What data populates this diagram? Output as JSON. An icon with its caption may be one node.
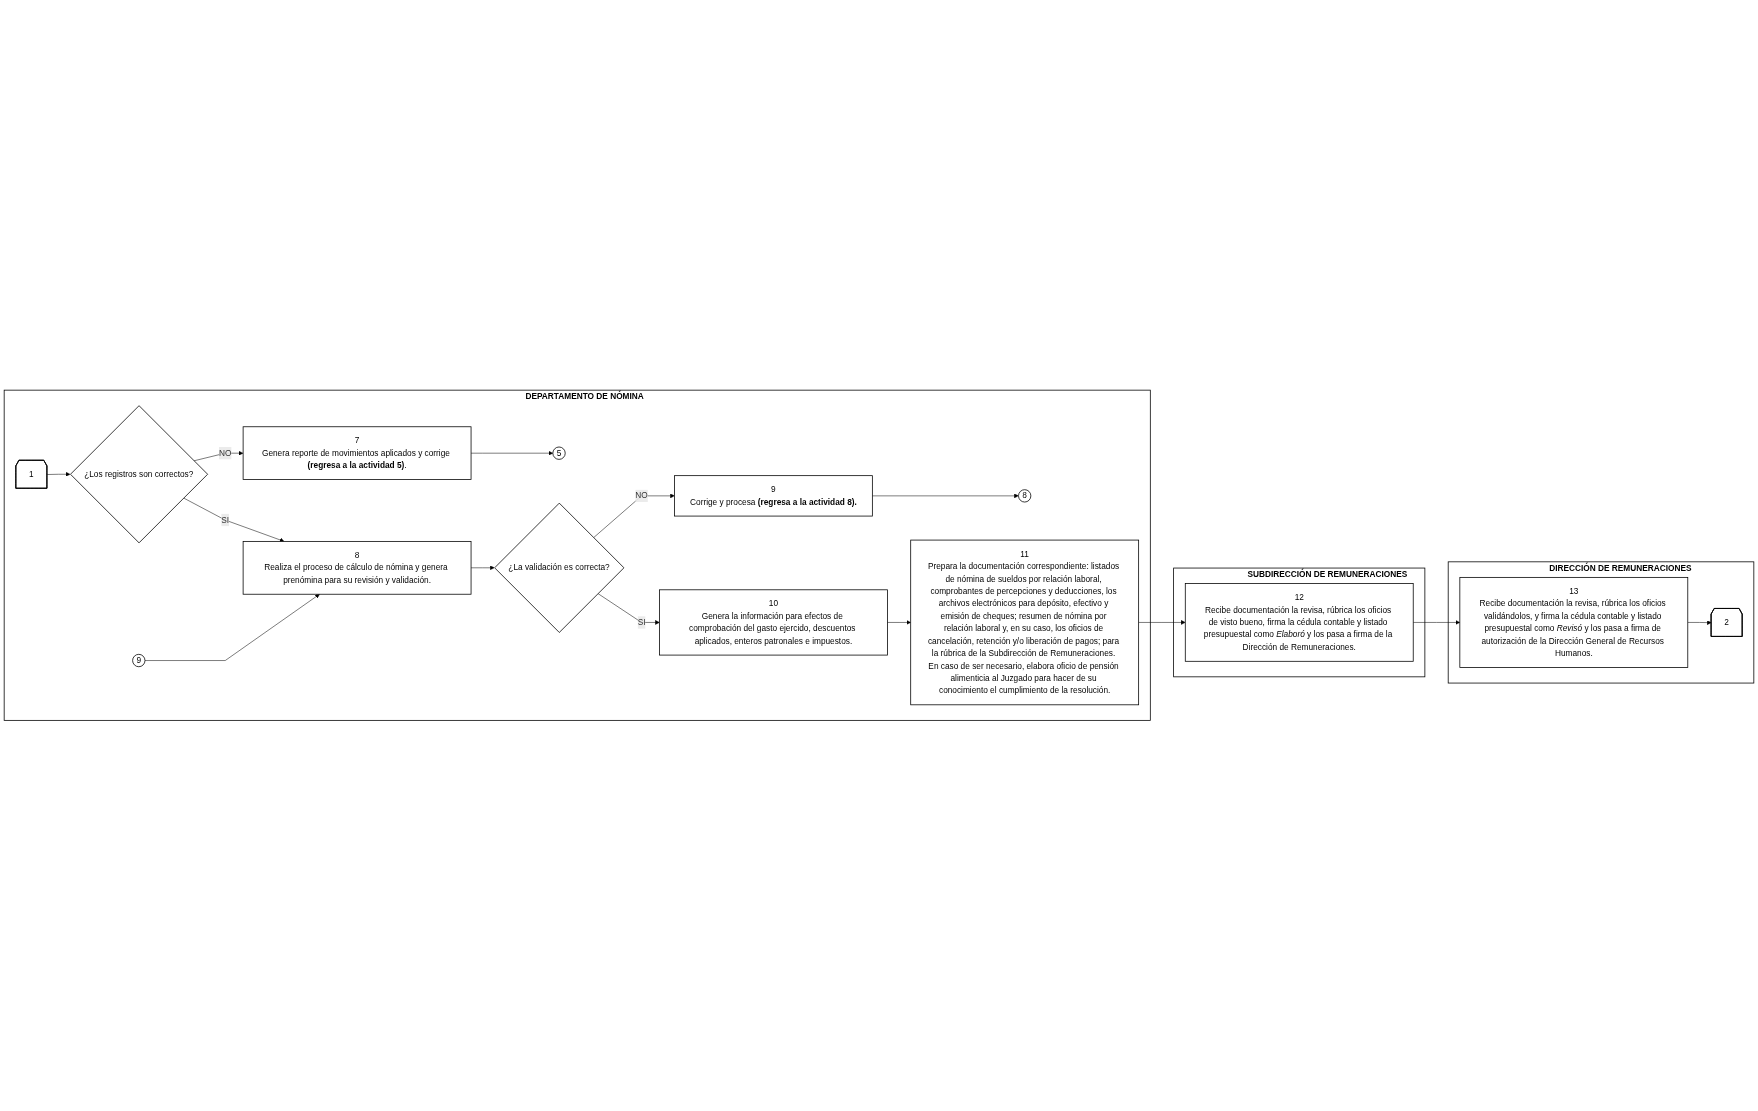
{
  "diagram": {
    "nodes": [
      {
        "text": [
          "DIRECCIÓN DE REMUNERACIONES"
        ]
      },
      {
        "text": [
          "SUBDIRECCIÓN DE REMUNERACIONES"
        ]
      },
      {
        "text": [
          "DEPARTAMENTO DE NÓMINA"
        ]
      },
      {
        "text": [
          "1"
        ],
        "in": 2
      },
      {
        "text": [
          "¿Los registros son correctos?"
        ],
        "in": 2
      },
      {
        "text": [
          "7",
          "Genera reporte de movimientos aplicados y corrige **(regresa a la actividad 5)**."
        ],
        "in": 2
      },
      {
        "text": [
          "5"
        ],
        "in": 2
      },
      {
        "text": [
          "8",
          "Realiza el proceso de cálculo de nómina y genera prenómina para su revisión y validación."
        ],
        "in": 2
      },
      {
        "text": [
          "9"
        ],
        "in": 2
      },
      {
        "text": [
          "¿La validación es correcta?"
        ],
        "in": 2
      },
      {
        "text": [
          "9",
          "Corrige y procesa **(regresa a la actividad 8).**"
        ],
        "in": 2
      },
      {
        "text": [
          "10",
          "Genera la información para efectos de comprobación del gasto ejercido, descuentos aplicados, enteros patronales e impuestos."
        ],
        "in": 2
      },
      {
        "text": [
          "8"
        ],
        "in": 2
      },
      {
        "text": [
          "11",
          "Prepara la documentación correspondiente: listados de nómina de sueldos por relación laboral, comprobantes de percepciones y deducciones, los archivos electrónicos para depósito, efectivo y emisión de cheques; resumen de nómina por relación laboral y, en su caso, los oficios de cancelación, retención y/o liberación de pagos; para la rúbrica de la Subdirección de Remuneraciones. En caso de ser necesario, elabora oficio de pensión alimenticia al Juzgado para hacer de su conocimiento el cumplimiento de la resolución."
        ],
        "in": 2
      },
      {
        "text": [
          "12",
          "Recibe documentación la revisa, rúbrica los oficios de visto bueno, firma la cédula contable y listado presupuestal como *Elaboró* y los pasa a firma de la Dirección de Remuneraciones."
        ],
        "in": 1
      },
      {
        "text": [
          "13",
          "Recibe documentación la revisa, rúbrica los oficios validándolos, y firma la cédula contable y listado presupuestal como *Revisó* y los pasa a firma de autorización de la Dirección General de Recursos Humanos."
        ],
        "in": 0
      },
      {
        "text": [
          "2"
        ],
        "in": 0
      }
    ],
    "edges": [
      {
        "from": 3,
        "to": 4,
        "arrow": "to"
      },
      {
        "from": 4,
        "to": 5,
        "arrow": "to",
        "label": "NO"
      },
      {
        "from": 4,
        "to": 7,
        "arrow": "to",
        "label": "SI"
      },
      {
        "from": 5,
        "to": 6,
        "arrow": "to"
      },
      {
        "from": 8,
        "to": 7,
        "arrow": "to"
      },
      {
        "from": 7,
        "to": 9,
        "arrow": "to"
      },
      {
        "from": 9,
        "to": 10,
        "arrow": "to",
        "label": "NO"
      },
      {
        "from": 9,
        "to": 11,
        "arrow": "to",
        "label": "SI"
      },
      {
        "from": 10,
        "to": 12,
        "arrow": "to"
      },
      {
        "from": 11,
        "to": 13,
        "arrow": "to"
      },
      {
        "from": 13,
        "to": 14,
        "arrow": "to"
      },
      {
        "from": 14,
        "to": 15,
        "arrow": "to"
      },
      {
        "from": 15,
        "to": 16,
        "arrow": "to"
      }
    ]
  }
}
